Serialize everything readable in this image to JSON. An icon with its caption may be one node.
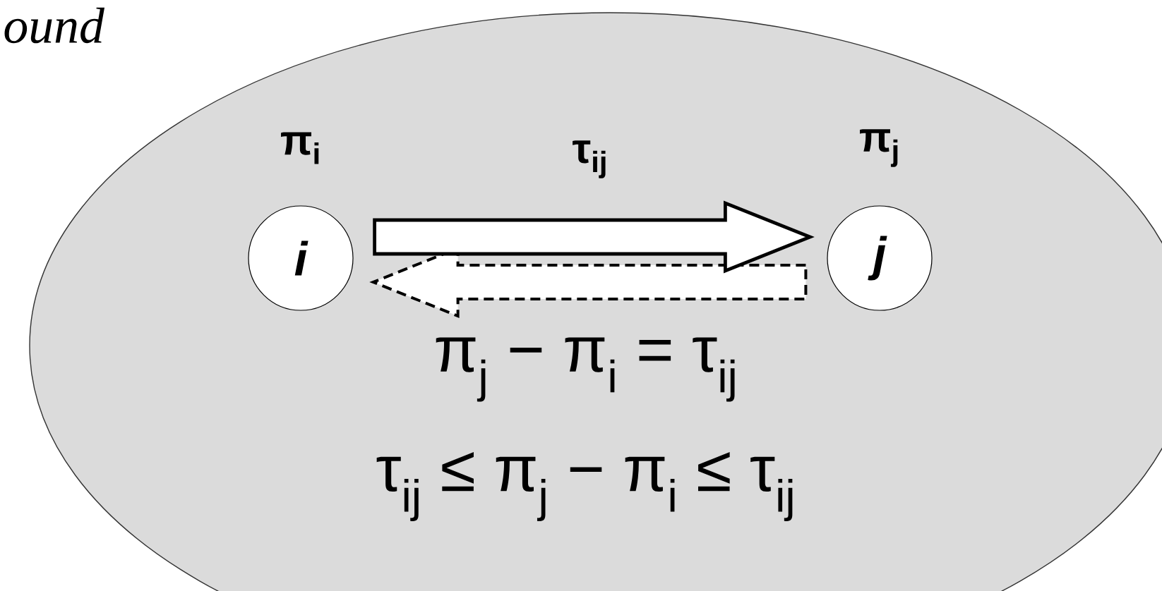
{
  "diagram": {
    "nodes": [
      {
        "text": [],
        "shape": "ellipse"
      },
      {
        "text": [
          "i"
        ],
        "in": 0,
        "beside": [
          "π$_{i}$"
        ]
      },
      {
        "text": [
          "j"
        ],
        "in": 0,
        "beside": [
          "π$_{j}$"
        ]
      }
    ],
    "edges": [
      {
        "from": 1,
        "to": 2,
        "arrow": "to",
        "label": "τ$_{ij}$",
        "style": "thick"
      },
      {
        "from": 2,
        "to": 1,
        "arrow": "to",
        "style": "dashed"
      }
    ],
    "labels": [
      "ound",
      "π$_{j}$ − π$_{i}$ = τ$_{ij}$",
      "τ$_{ij}$ ≤ π$_{j}$ − π$_{i}$ ≤ τ$_{ij}$"
    ]
  }
}
